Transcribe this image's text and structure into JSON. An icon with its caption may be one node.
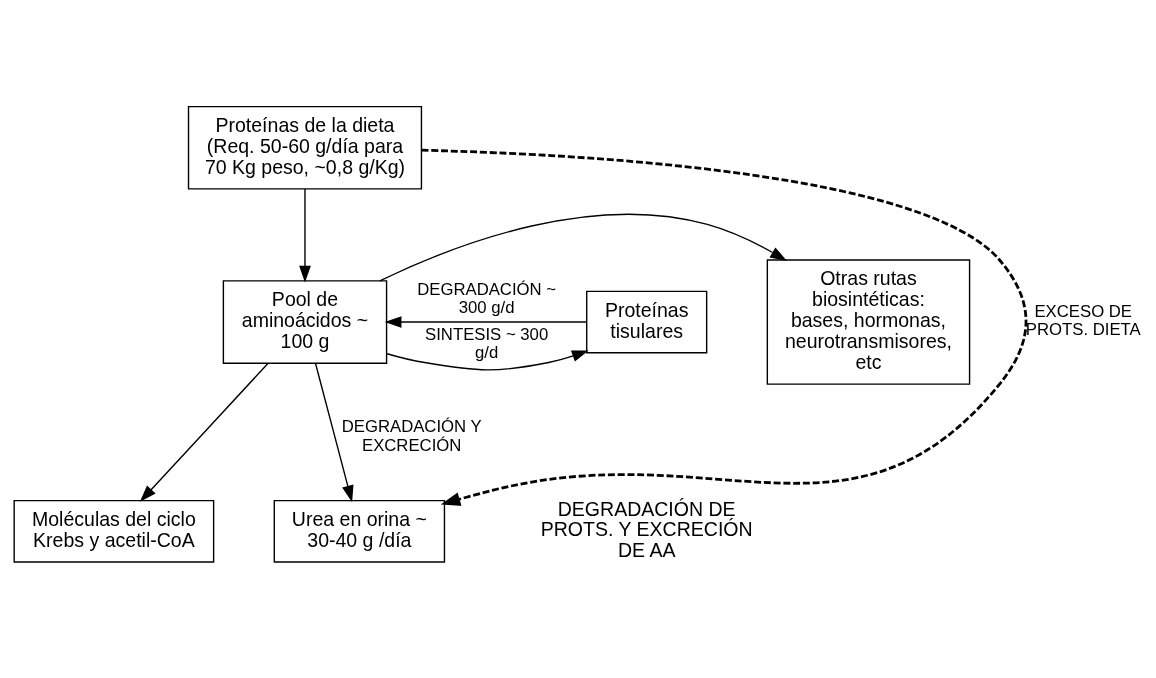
{
  "diagram": {
    "nodes": [
      {
        "text": [
          "Proteínas de la dieta (Req. 50-60 g/día para 70 Kg peso, ~0,8 g/Kg)"
        ]
      },
      {
        "text": [
          "Otras rutas biosintéticas: bases, hormonas, neurotransmisores, etc"
        ]
      },
      {
        "text": [
          "Pool de aminoácidos ~ 100 g"
        ]
      },
      {
        "text": [
          "Proteínas tisulares"
        ]
      },
      {
        "text": [
          "Moléculas del ciclo Krebs y acetil-CoA"
        ]
      },
      {
        "text": [
          "Urea en orina ~ 30-40 g /día"
        ]
      }
    ],
    "edges": [
      {
        "from": 0,
        "to": 2,
        "arrow": "to"
      },
      {
        "from": 2,
        "to": 1,
        "arrow": "to"
      },
      {
        "from": 2,
        "to": 3,
        "arrow": "to",
        "label": "SINTESIS ~ 300 g/d"
      },
      {
        "from": 3,
        "to": 2,
        "arrow": "to",
        "label": "DEGRADACIÓN ~ 300 g/d"
      },
      {
        "from": 2,
        "to": 4,
        "arrow": "to"
      },
      {
        "from": 2,
        "to": 5,
        "arrow": "to",
        "label": "DEGRADACIÓN Y EXCRECIÓN"
      },
      {
        "from": 0,
        "to": 5,
        "arrow": "to",
        "style": "dashed",
        "label": "EXCESO DE PROTS. DIETA"
      }
    ],
    "labels": [
      "DEGRADACIÓN DE PROTS. Y EXCRECIÓN DE AA"
    ]
  }
}
